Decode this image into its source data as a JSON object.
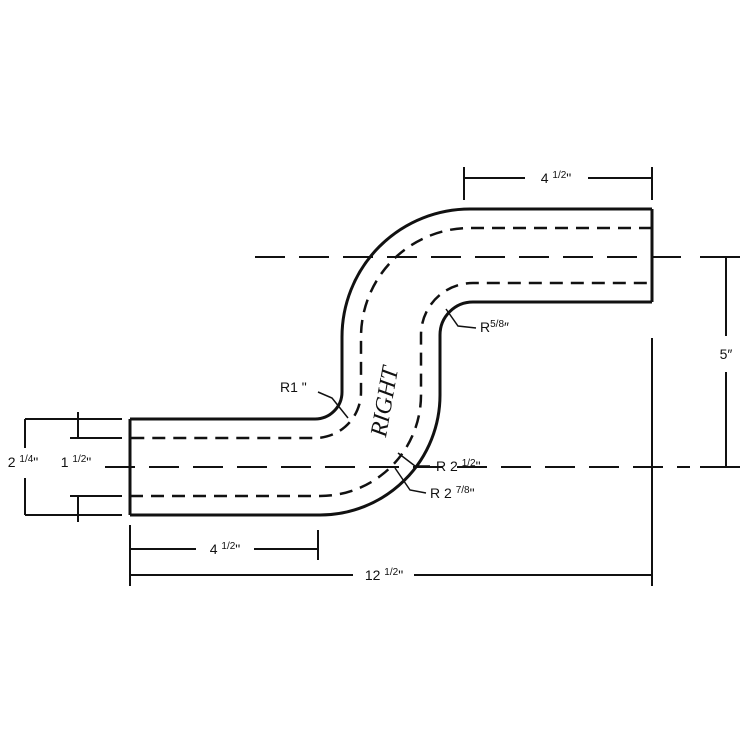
{
  "labels": {
    "top_length": {
      "a": "4 ",
      "frac": "1/2",
      "b": "\""
    },
    "bottom_length": {
      "a": "4 ",
      "frac": "1/2",
      "b": "\""
    },
    "overall_length": {
      "a": "12 ",
      "frac": "1/2",
      "b": "\""
    },
    "offset": {
      "a": "5″"
    },
    "outside_diameter": {
      "a": "2 ",
      "frac": "1/4",
      "b": "\""
    },
    "inside_diameter": {
      "a": "1 ",
      "frac": "1/2",
      "b": "\""
    },
    "radius_inner_lower": {
      "a": "R1 \""
    },
    "radius_upper": {
      "a": "R",
      "frac": "5/8",
      "b": "″"
    },
    "radius_centerline": {
      "a": "R 2 ",
      "frac": "1/2",
      "b": "\""
    },
    "radius_outer": {
      "a": "R 2 ",
      "frac": "7/8",
      "b": "\""
    },
    "side_marking": "RIGHT"
  }
}
